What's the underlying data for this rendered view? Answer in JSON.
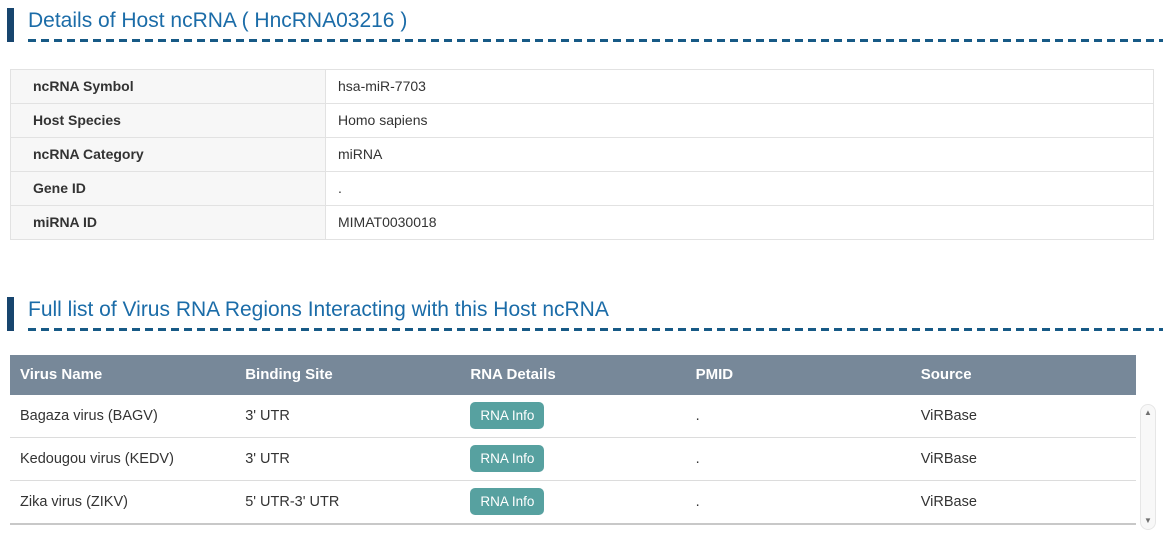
{
  "colors": {
    "title_blue": "#1B6CA8",
    "accent_bar_navy": "#17456E",
    "dashed_line_blue": "#175A86",
    "table_header_bg": "#778899",
    "table_header_text": "#ffffff",
    "rna_info_button_bg": "#57A1A0",
    "label_cell_bg": "#f7f7f7"
  },
  "section1": {
    "title": "Details of Host ncRNA ( HncRNA03216 )",
    "table": {
      "rows": [
        {
          "label": "ncRNA Symbol",
          "value": "hsa-miR-7703"
        },
        {
          "label": "Host Species",
          "value": "Homo sapiens"
        },
        {
          "label": "ncRNA Category",
          "value": "miRNA"
        },
        {
          "label": "Gene ID",
          "value": "."
        },
        {
          "label": "miRNA ID",
          "value": "MIMAT0030018"
        }
      ]
    }
  },
  "section2": {
    "title": "Full list of Virus RNA Regions Interacting with this Host ncRNA",
    "table": {
      "headers": [
        "Virus Name",
        "Binding Site",
        "RNA Details",
        "PMID",
        "Source"
      ],
      "rows": [
        {
          "virus_name": "Bagaza virus (BAGV)",
          "binding_site": "3' UTR",
          "rna_details_button": "RNA Info",
          "pmid": ".",
          "source": "ViRBase"
        },
        {
          "virus_name": "Kedougou virus (KEDV)",
          "binding_site": "3' UTR",
          "rna_details_button": "RNA Info",
          "pmid": ".",
          "source": "ViRBase"
        },
        {
          "virus_name": "Zika virus (ZIKV)",
          "binding_site": "5' UTR-3' UTR",
          "rna_details_button": "RNA Info",
          "pmid": ".",
          "source": "ViRBase"
        }
      ]
    }
  },
  "scrollbar": {
    "up_icon": "▲",
    "down_icon": "▼"
  }
}
